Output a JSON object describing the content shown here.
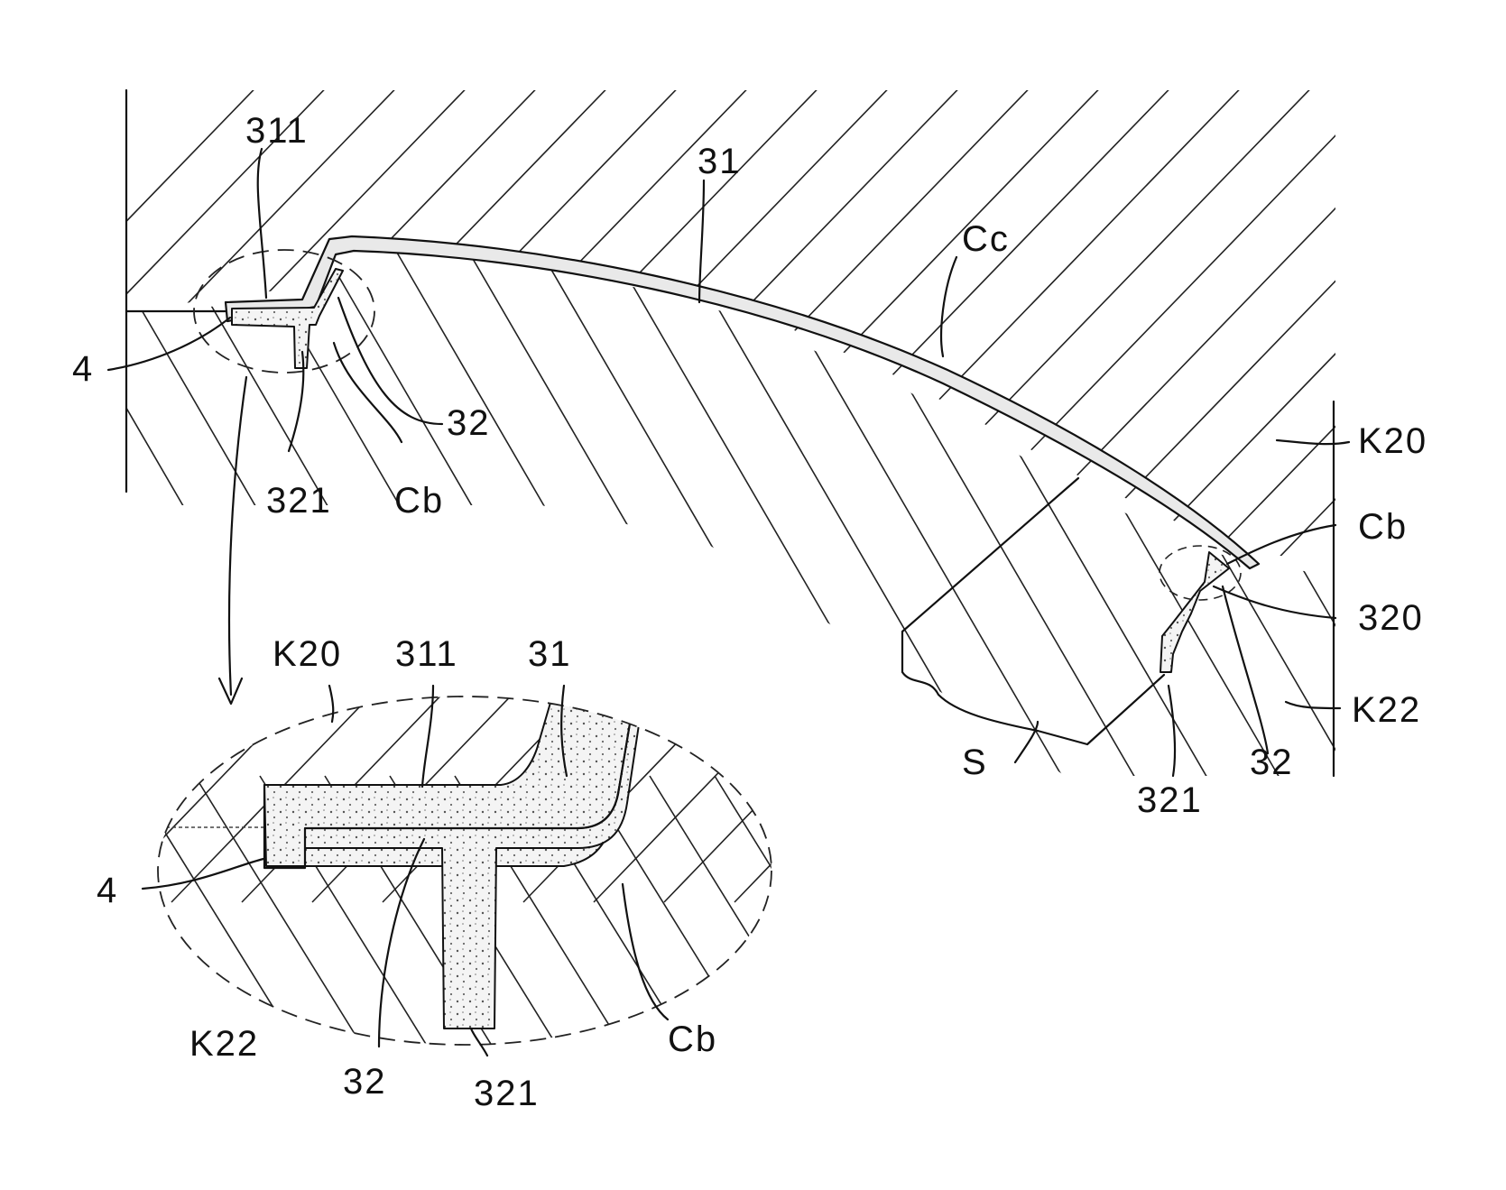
{
  "figure": {
    "main_view": {
      "labels": {
        "l311": "311",
        "l31": "31",
        "lCc": "Cc",
        "l4": "4",
        "l32": "32",
        "l321": "321",
        "lCb": "Cb",
        "lK20": "K20",
        "lCb2": "Cb",
        "l320": "320",
        "lK22": "K22",
        "lS": "S",
        "l321b": "321",
        "l32b": "32"
      }
    },
    "detail_view": {
      "labels": {
        "lK20": "K20",
        "l311": "311",
        "l31": "31",
        "l4": "4",
        "lK22": "K22",
        "l32": "32",
        "l321": "321",
        "lCb": "Cb"
      }
    }
  }
}
